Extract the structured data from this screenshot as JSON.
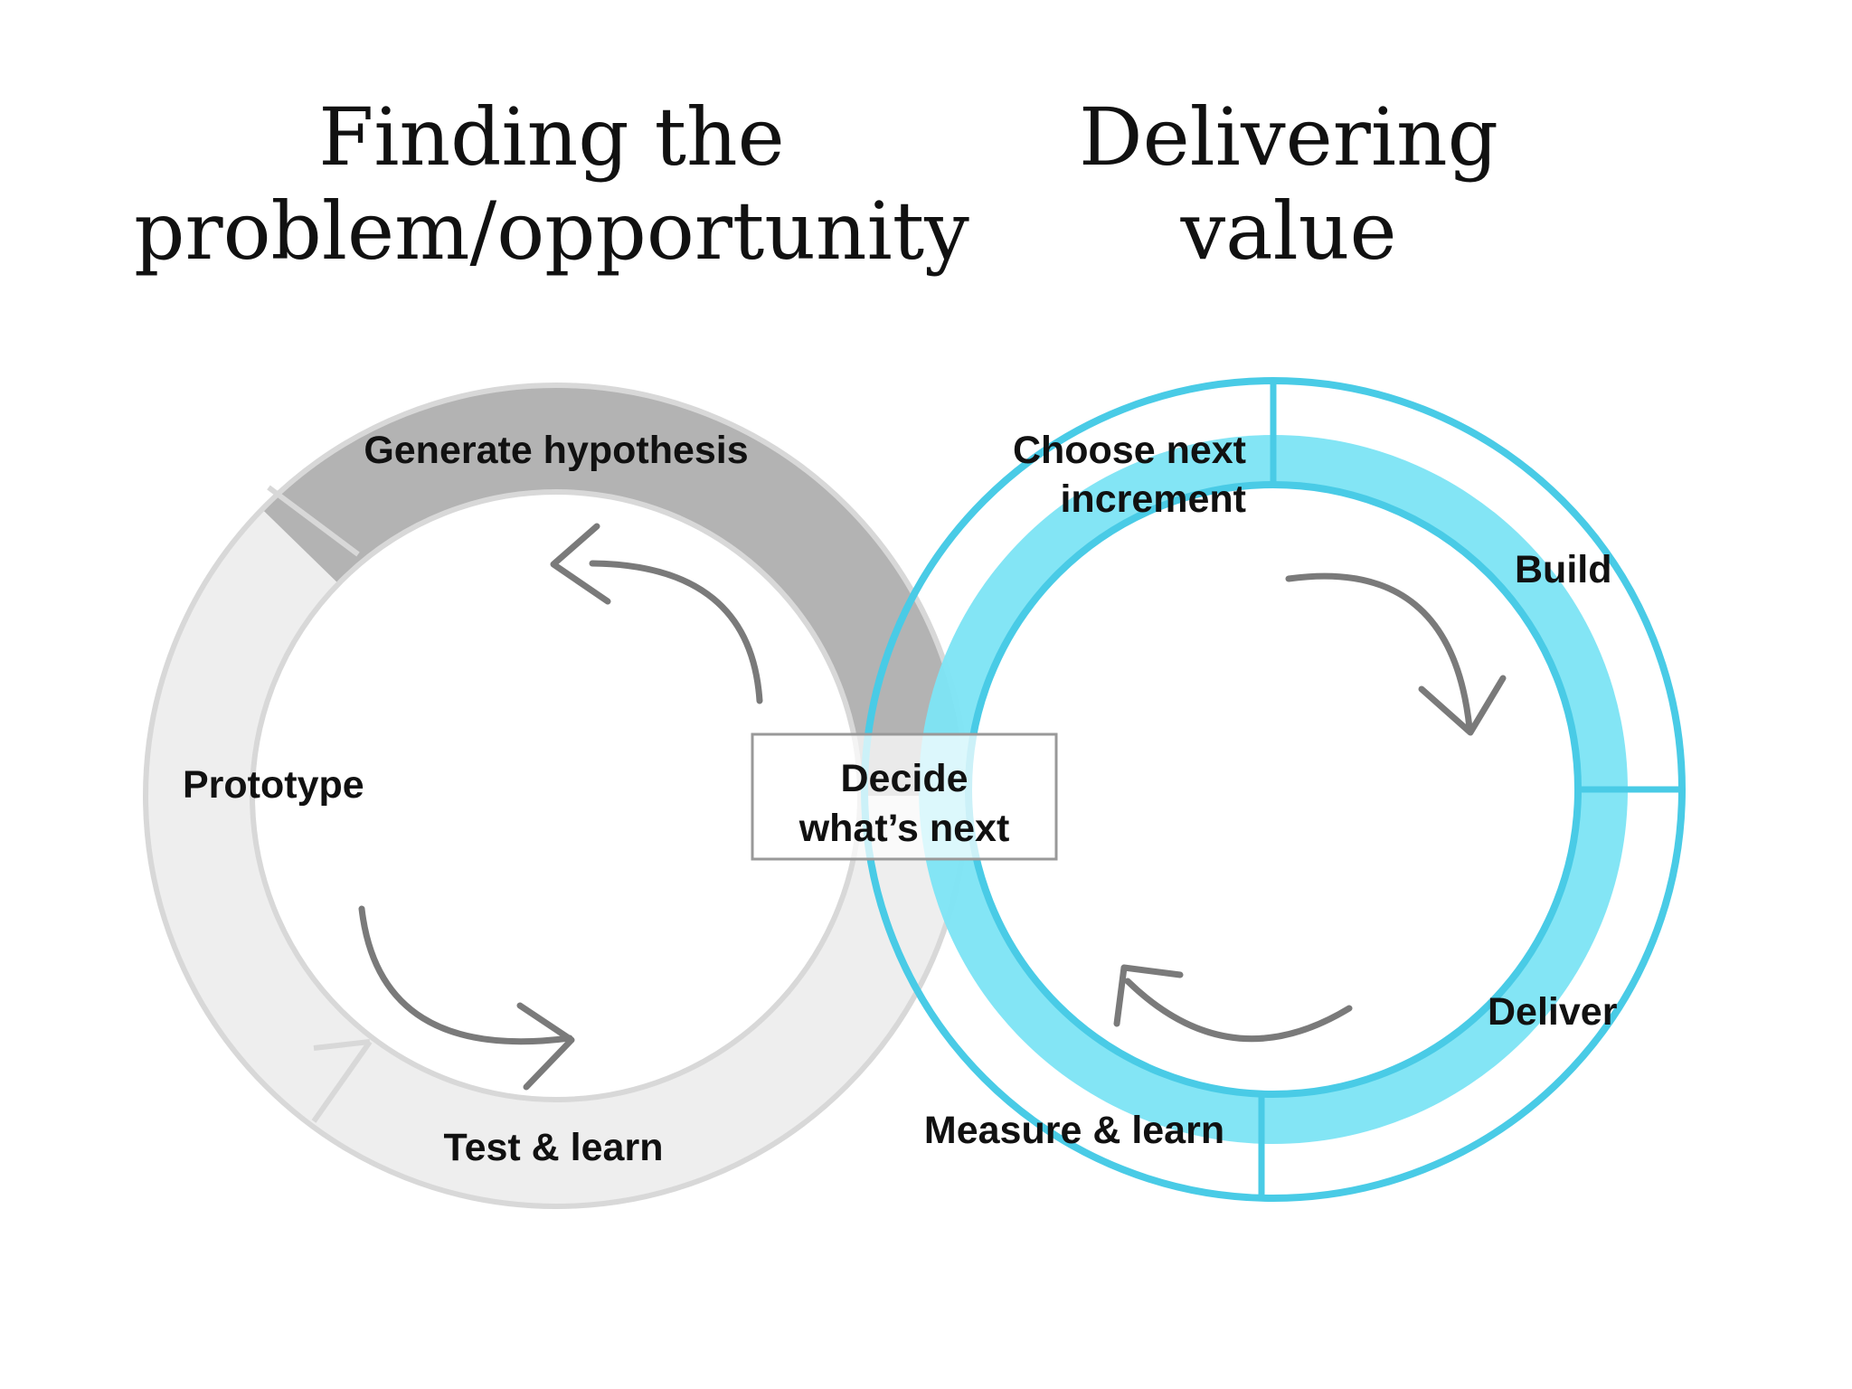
{
  "headings": {
    "left": [
      "Finding the",
      "problem/opportunity"
    ],
    "right": [
      "Delivering",
      "value"
    ]
  },
  "left_cycle": {
    "stages": {
      "generate": "Generate hypothesis",
      "prototype": "Prototype",
      "test": "Test & learn"
    },
    "colors": {
      "generate": "#b3b3b3",
      "other": "#eeeeee",
      "border": "#d8d8d8"
    }
  },
  "right_cycle": {
    "stages": {
      "choose": [
        "Choose next",
        "increment"
      ],
      "build": "Build",
      "deliver": "Deliver",
      "measure": "Measure & learn"
    },
    "colors": {
      "fill": "#7ee4f5",
      "border": "#49cbe6"
    }
  },
  "center": {
    "label": [
      "Decide",
      "what’s next"
    ]
  },
  "arrow_color": "#7a7a7a"
}
